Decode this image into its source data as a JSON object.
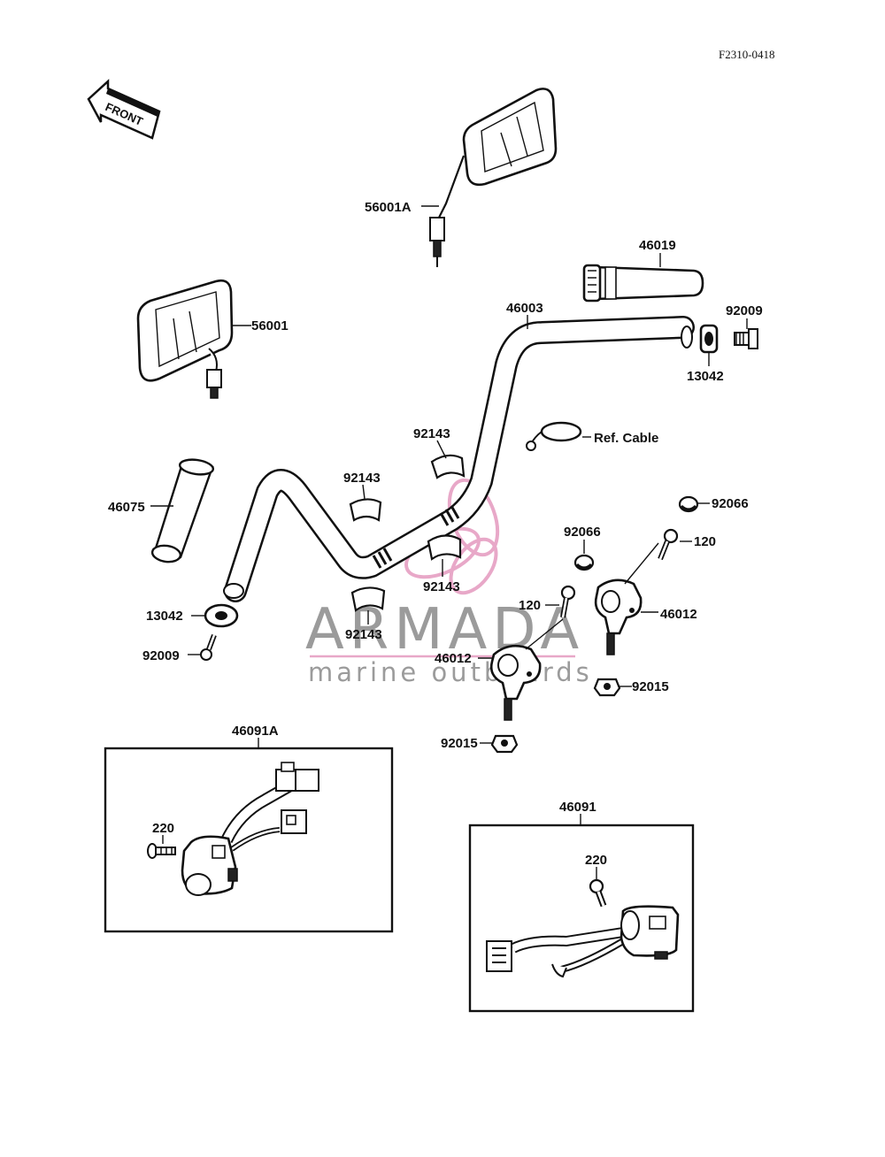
{
  "diagram_code": "F2310-0418",
  "front_label": "FRONT",
  "watermark": {
    "brand": "ARMADA",
    "tagline": "marine outboards",
    "pink": "#e8a8c8",
    "gray": "#8a8a8a"
  },
  "labels": {
    "mirror_right": "56001A",
    "mirror_left": "56001",
    "grip_right": "46019",
    "handlebar": "46003",
    "bolt_right": "92009",
    "weight_right": "13042",
    "cable_ref": "Ref. Cable",
    "clamp_upper": "92143",
    "clamp_left": "92143",
    "grip_left": "46075",
    "cap_right": "92066",
    "cap_center": "92066",
    "clamp_lower_center": "92143",
    "bolt_120_right": "120",
    "holder_right": "46012",
    "bolt_120_center": "120",
    "weight_left": "13042",
    "clamp_lower_left": "92143",
    "holder_center": "46012",
    "bolt_left": "92009",
    "nut_right": "92015",
    "nut_center": "92015",
    "switch_left": "46091A",
    "screw_left": "220",
    "switch_right": "46091",
    "screw_right": "220"
  }
}
